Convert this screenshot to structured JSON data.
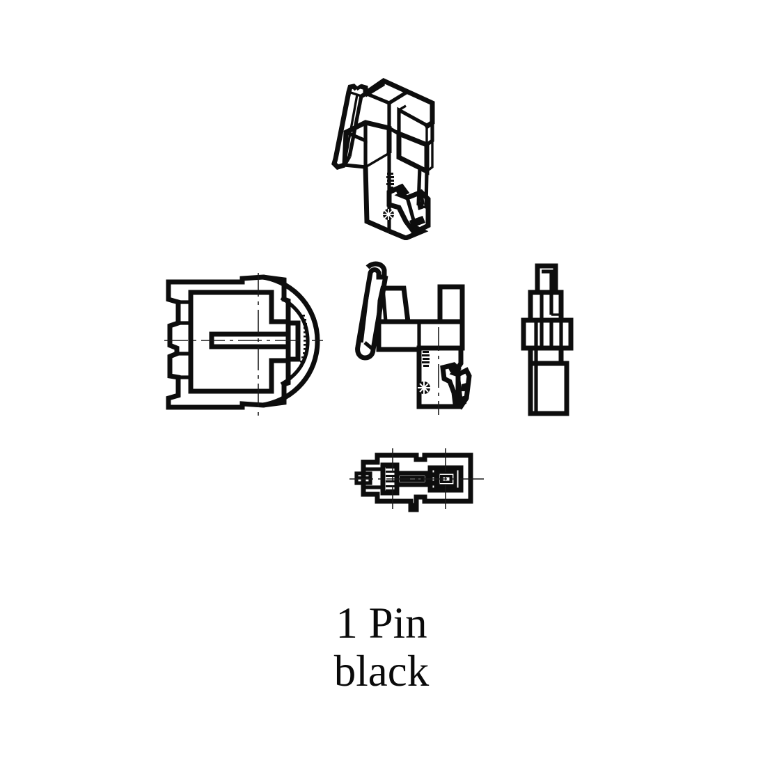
{
  "document": {
    "type": "engineering-drawing",
    "subject": "electrical connector housing",
    "background_color": "#ffffff",
    "line_color": "#0d0d0d"
  },
  "caption": {
    "line1": "1 Pin",
    "line2": "black"
  },
  "views": [
    {
      "id": "isometric",
      "name": "isometric-view",
      "label": "Isometric view of connector housing"
    },
    {
      "id": "front",
      "name": "front-view",
      "label": "Front view with mating slot and centerlines"
    },
    {
      "id": "side",
      "name": "side-view",
      "label": "Side view with latch lever arm"
    },
    {
      "id": "end",
      "name": "end-view",
      "label": "End view narrow profile"
    },
    {
      "id": "bottom",
      "name": "bottom-view",
      "label": "Bottom view of connector housing"
    }
  ],
  "markings": {
    "mold_text": "molding-mark",
    "mold_dot": "circular-mold-stamp"
  }
}
